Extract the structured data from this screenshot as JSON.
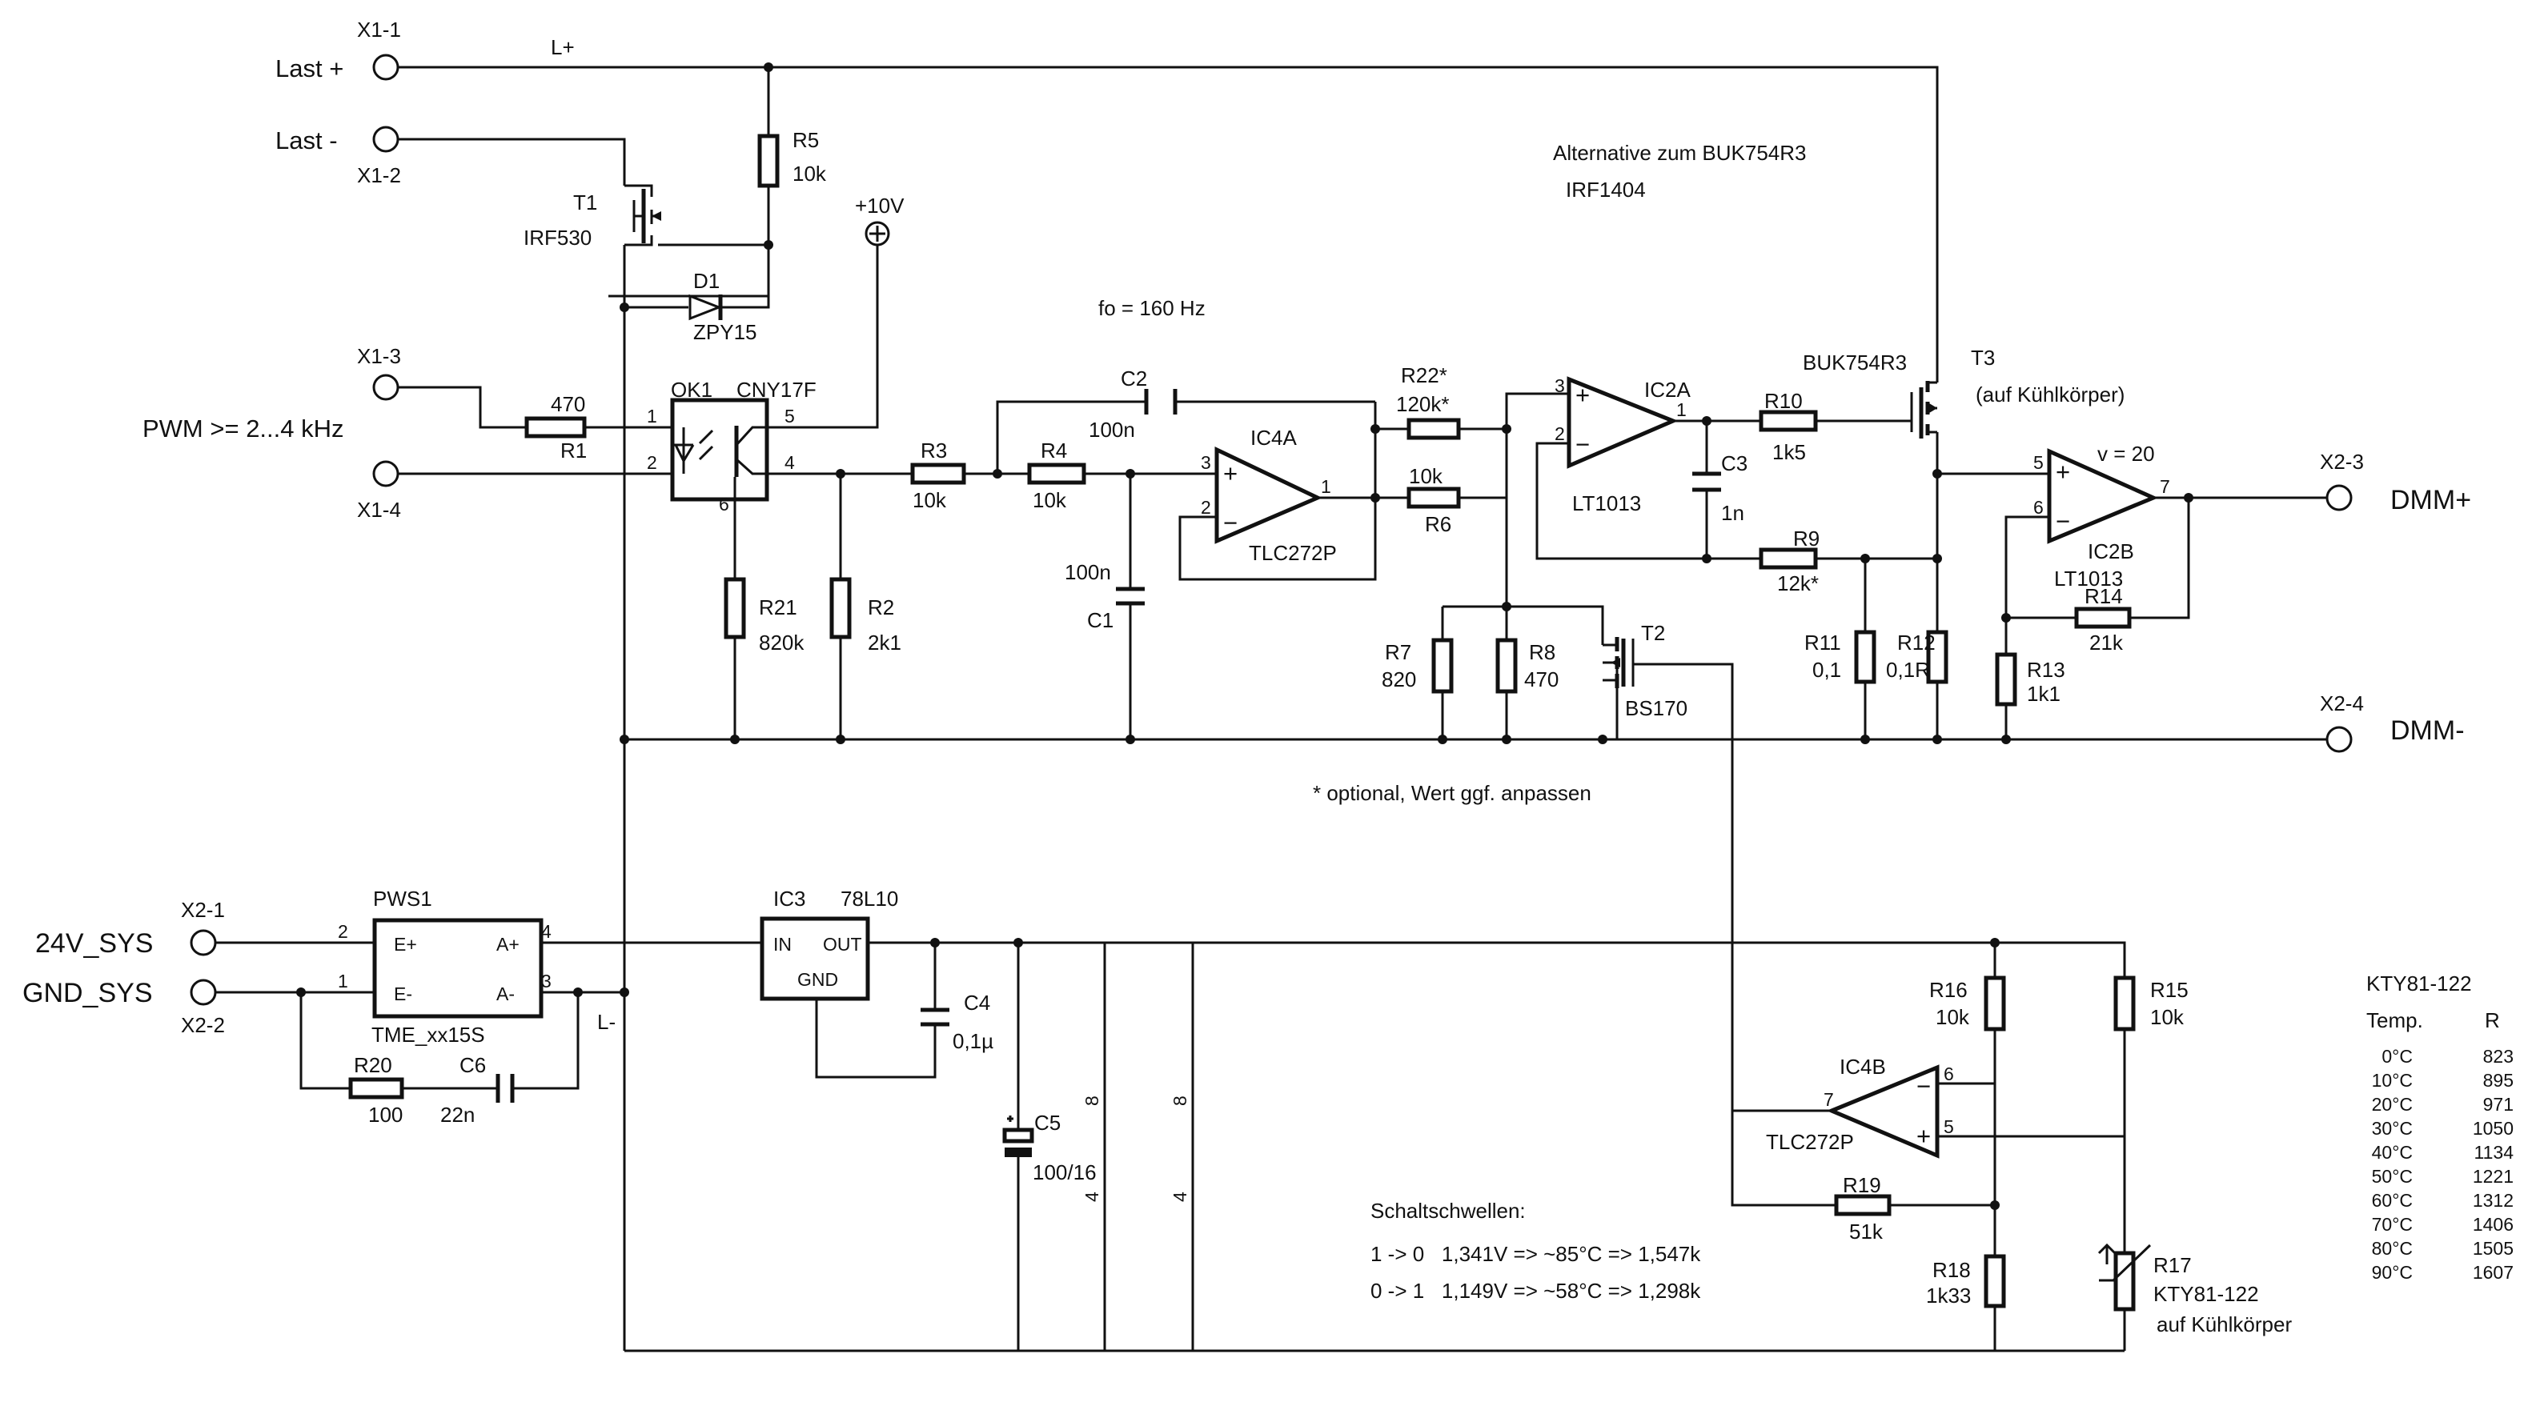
{
  "connectors": {
    "x1_1": "X1-1",
    "x1_2": "X1-2",
    "x1_3": "X1-3",
    "x1_4": "X1-4",
    "x2_1": "X2-1",
    "x2_2": "X2-2",
    "x2_3": "X2-3",
    "x2_4": "X2-4"
  },
  "ports": {
    "last_plus": "Last +",
    "last_minus": "Last -",
    "pwm": "PWM >= 2...4 kHz",
    "v24": "24V_SYS",
    "gnd": "GND_SYS",
    "dmm_plus": "DMM+",
    "dmm_minus": "DMM-"
  },
  "nets": {
    "lplus": "L+",
    "lminus": "L-",
    "vplus10": "+10V"
  },
  "notes": {
    "alt_line1": "Alternative zum BUK754R3",
    "alt_line2": "IRF1404",
    "fo": "fo = 160 Hz",
    "optional": "* optional, Wert ggf. anpassen",
    "gain": "v = 20",
    "thresholds_title": "Schaltschwellen:",
    "threshold1": "1 -> 0   1,341V => ~85°C => 1,547k",
    "threshold2": "0 -> 1   1,149V => ~58°C => 1,298k",
    "heatsink_t3": "(auf Kühlkörper)",
    "heatsink_r17": "auf Kühlkörper"
  },
  "components": {
    "T1": {
      "ref": "T1",
      "value": "IRF530"
    },
    "D1": {
      "ref": "D1",
      "value": "ZPY15"
    },
    "R5": {
      "ref": "R5",
      "value": "10k"
    },
    "R1": {
      "ref": "R1",
      "value": "470"
    },
    "OK1": {
      "ref": "OK1",
      "value": "CNY17F"
    },
    "R21": {
      "ref": "R21",
      "value": "820k"
    },
    "R2": {
      "ref": "R2",
      "value": "2k1"
    },
    "R3": {
      "ref": "R3",
      "value": "10k"
    },
    "R4": {
      "ref": "R4",
      "value": "10k"
    },
    "C2": {
      "ref": "C2",
      "value": "100n"
    },
    "C1": {
      "ref": "C1",
      "value": "100n"
    },
    "IC4A": {
      "ref": "IC4A",
      "value": "TLC272P"
    },
    "R22": {
      "ref": "R22*",
      "value": "120k*"
    },
    "R6": {
      "ref": "R6",
      "value": "10k"
    },
    "IC2A": {
      "ref": "IC2A",
      "value": "LT1013"
    },
    "C3": {
      "ref": "C3",
      "value": "1n"
    },
    "R10": {
      "ref": "R10",
      "value": "1k5"
    },
    "T3": {
      "ref": "T3",
      "value": "BUK754R3"
    },
    "R9": {
      "ref": "R9",
      "value": "12k*"
    },
    "R7": {
      "ref": "R7",
      "value": "820"
    },
    "R8": {
      "ref": "R8",
      "value": "470"
    },
    "T2": {
      "ref": "T2",
      "value": "BS170"
    },
    "R11": {
      "ref": "R11",
      "value": "0,1"
    },
    "R12": {
      "ref": "R12",
      "value": "0,1R"
    },
    "IC2B": {
      "ref": "IC2B",
      "value": "LT1013"
    },
    "R14": {
      "ref": "R14",
      "value": "21k"
    },
    "R13": {
      "ref": "R13",
      "value": "1k1"
    },
    "PWS1": {
      "ref": "PWS1",
      "value": "TME_xx15S",
      "e_plus": "E+",
      "e_minus": "E-",
      "a_plus": "A+",
      "a_minus": "A-"
    },
    "R20": {
      "ref": "R20",
      "value": "100"
    },
    "C6": {
      "ref": "C6",
      "value": "22n"
    },
    "IC3": {
      "ref": "IC3",
      "value": "78L10",
      "in": "IN",
      "out": "OUT",
      "gnd": "GND"
    },
    "C4": {
      "ref": "C4",
      "value": "0,1µ"
    },
    "C5": {
      "ref": "C5",
      "value": "100/16"
    },
    "R16": {
      "ref": "R16",
      "value": "10k"
    },
    "R15": {
      "ref": "R15",
      "value": "10k"
    },
    "IC4B": {
      "ref": "IC4B",
      "value": "TLC272P"
    },
    "R19": {
      "ref": "R19",
      "value": "51k"
    },
    "R18": {
      "ref": "R18",
      "value": "1k33"
    },
    "R17": {
      "ref": "R17",
      "value": "KTY81-122"
    }
  },
  "pins": {
    "p1": "1",
    "p2": "2",
    "p3": "3",
    "p4": "4",
    "p5": "5",
    "p6": "6",
    "p7": "7",
    "p8": "8",
    "plus": "+",
    "minus": "−"
  },
  "kty_table": {
    "title": "KTY81-122",
    "col_temp": "Temp.",
    "col_r": "R",
    "rows": [
      {
        "t": "0°C",
        "r": "823"
      },
      {
        "t": "10°C",
        "r": "895"
      },
      {
        "t": "20°C",
        "r": "971"
      },
      {
        "t": "30°C",
        "r": "1050"
      },
      {
        "t": "40°C",
        "r": "1134"
      },
      {
        "t": "50°C",
        "r": "1221"
      },
      {
        "t": "60°C",
        "r": "1312"
      },
      {
        "t": "70°C",
        "r": "1406"
      },
      {
        "t": "80°C",
        "r": "1505"
      },
      {
        "t": "90°C",
        "r": "1607"
      }
    ]
  }
}
